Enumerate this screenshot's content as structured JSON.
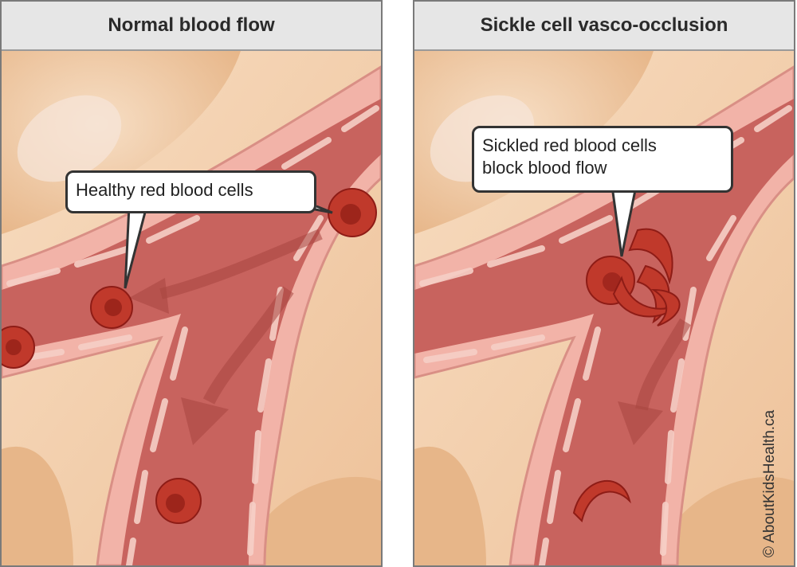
{
  "panels": [
    {
      "title": "Normal blood flow",
      "callout": "Healthy red blood cells"
    },
    {
      "title": "Sickle cell vasco-occlusion",
      "callout_lines": [
        "Sickled red blood cells",
        "block blood flow"
      ]
    }
  ],
  "credit": "© AboutKidsHealth.ca",
  "colors": {
    "tissue": "#f3d3b3",
    "tissue_dark": "#e2b07e",
    "vessel_wall": "#f2b0a8",
    "blood": "#c8605c",
    "cell": "#c0392b",
    "cell_outline": "#8e1c16",
    "header_bg": "#e6e6e6"
  }
}
